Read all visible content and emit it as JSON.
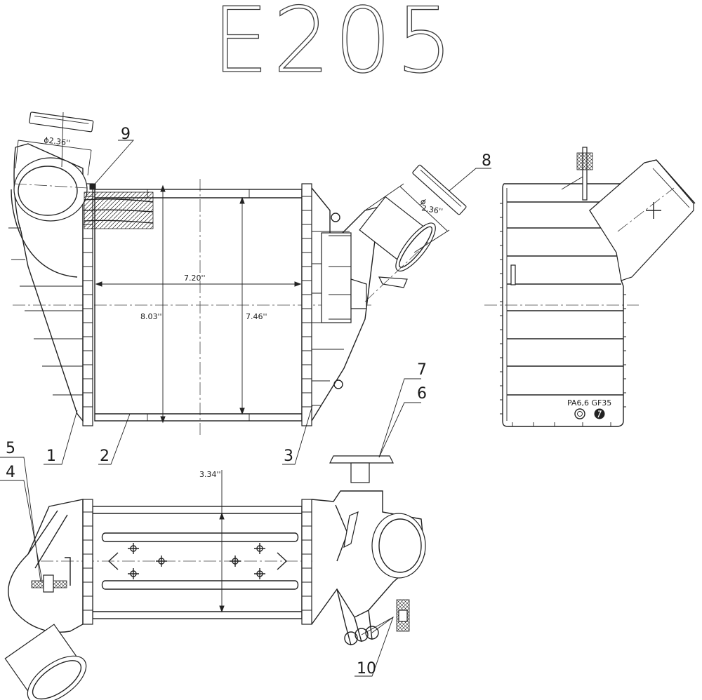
{
  "title": "E205",
  "callouts": {
    "c1": "1",
    "c2": "2",
    "c3": "3",
    "c4": "4",
    "c5": "5",
    "c6": "6",
    "c7": "7",
    "c8": "8",
    "c9": "9",
    "c10": "10"
  },
  "dimensions": {
    "inlet_diameter": "ϕ2.36''",
    "outlet_diameter_symbol": "ϕ",
    "outlet_diameter": "2.36''",
    "core_width": "7.20''",
    "overall_height": "8.03''",
    "core_height": "7.46''",
    "depth": "3.34''"
  },
  "material": "PA6,6  GF35"
}
